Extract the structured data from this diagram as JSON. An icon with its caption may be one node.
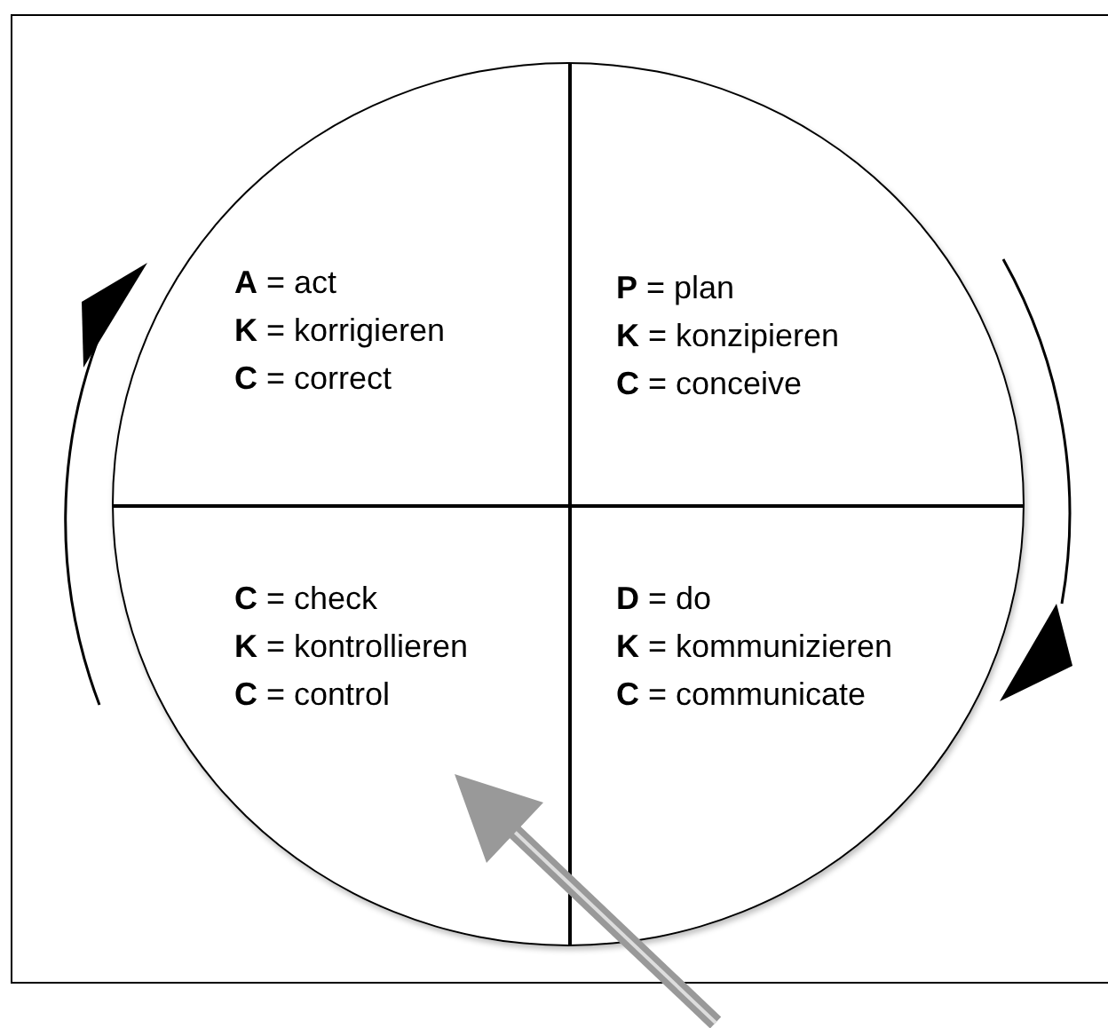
{
  "diagram": {
    "nodes": [
      {
        "text": [],
        "shape": "circle"
      },
      {
        "text": [
          "**A** = act",
          "**K** = korrigieren",
          "**C** = correct"
        ],
        "in": 0
      },
      {
        "text": [
          "**P** = plan",
          "**K** = konzipieren",
          "**C** = conceive"
        ],
        "in": 0
      },
      {
        "text": [
          "**C** = check",
          "**K** = kontrollieren",
          "**C** = control"
        ],
        "in": 0
      },
      {
        "text": [
          "**D** = do",
          "**K** = kommunizieren",
          "**C** = communicate"
        ],
        "in": 0
      }
    ]
  }
}
